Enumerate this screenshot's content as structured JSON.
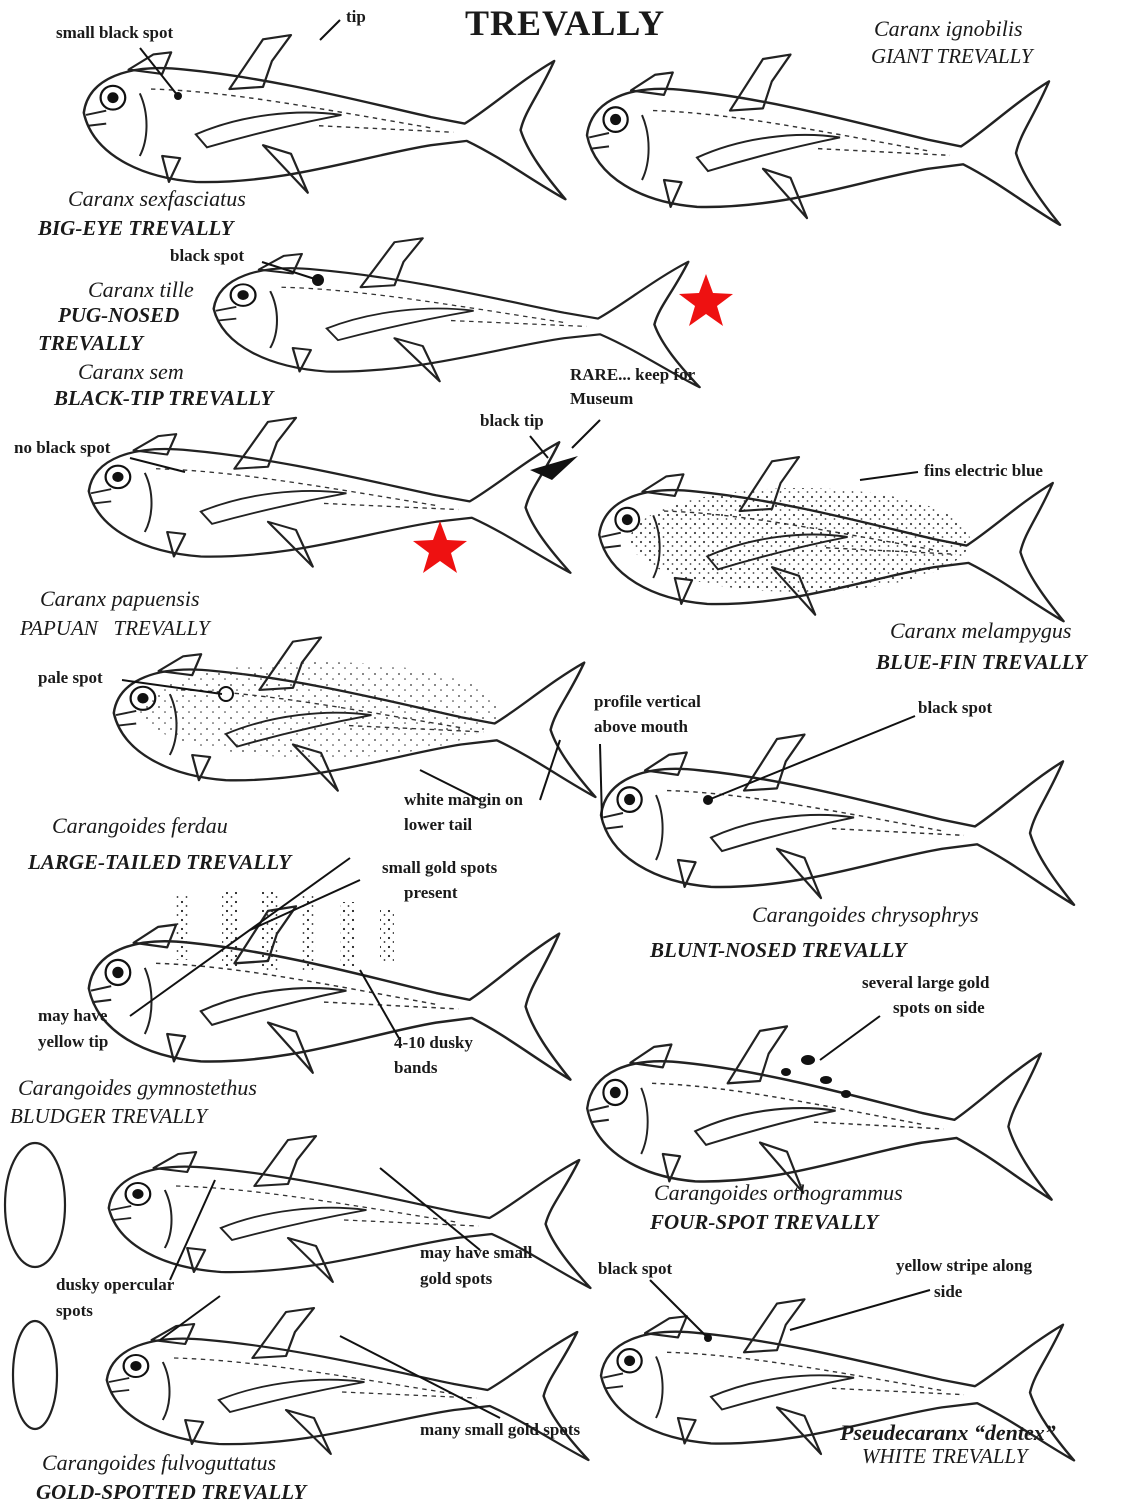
{
  "title": "TREVALLY",
  "species": [
    {
      "scientific": "Caranx ignobilis",
      "common": "GIANT TREVALLY"
    },
    {
      "scientific": "Caranx sexfasciatus",
      "common": "BIG-EYE TREVALLY"
    },
    {
      "scientific": "Caranx tille",
      "common_line1": "PUG-NOSED",
      "common_line2": "TREVALLY"
    },
    {
      "scientific": "Caranx sem",
      "common": "BLACK-TIP TREVALLY"
    },
    {
      "scientific": "Caranx papuensis",
      "common": "PAPUAN   TREVALLY"
    },
    {
      "scientific": "Caranx melampygus",
      "common": "BLUE-FIN TREVALLY"
    },
    {
      "scientific": "Carangoides ferdau",
      "common": "LARGE-TAILED TREVALLY"
    },
    {
      "scientific": "Carangoides chrysophrys",
      "common": "BLUNT-NOSED TREVALLY"
    },
    {
      "scientific": "Carangoides gymnostethus",
      "common": "BLUDGER TREVALLY"
    },
    {
      "scientific": "Carangoides orthogrammus",
      "common": "FOUR-SPOT TREVALLY"
    },
    {
      "scientific": "Carangoides fulvoguttatus",
      "common": "GOLD-SPOTTED TREVALLY"
    },
    {
      "scientific": "Pseudecaranx “dentex”",
      "common": "WHITE TREVALLY"
    }
  ],
  "annotations": {
    "small_black_spot": "small black spot",
    "tip": "tip",
    "black_spot_tille": "black spot",
    "rare_line1": "RARE... keep for",
    "rare_line2": "Museum",
    "black_tip": "black tip",
    "no_black_spot": "no black spot",
    "fins_electric_blue": "fins electric blue",
    "pale_spot": "pale spot",
    "profile_line1": "profile vertical",
    "profile_line2": "above mouth",
    "black_spot_chrysophrys": "black spot",
    "white_margin_line1": "white margin on",
    "white_margin_line2": "lower tail",
    "small_gold_line1": "small gold spots",
    "small_gold_line2": "present",
    "yellow_tip_line1": "may have",
    "yellow_tip_line2": "yellow tip",
    "dusky_bands_line1": "4-10 dusky",
    "dusky_bands_line2": "bands",
    "large_gold_line1": "several large gold",
    "large_gold_line2": "spots on side",
    "small_gold_may_line1": "may have small",
    "small_gold_may_line2": "gold spots",
    "dusky_opercular_line1": "dusky opercular",
    "dusky_opercular_line2": "spots",
    "black_spot_dentex": "black spot",
    "yellow_stripe_line1": "yellow stripe along",
    "yellow_stripe_line2": "side",
    "many_small_gold": "many small gold spots"
  },
  "colors": {
    "star": "#ee1111",
    "ink": "#1a1a1a"
  }
}
